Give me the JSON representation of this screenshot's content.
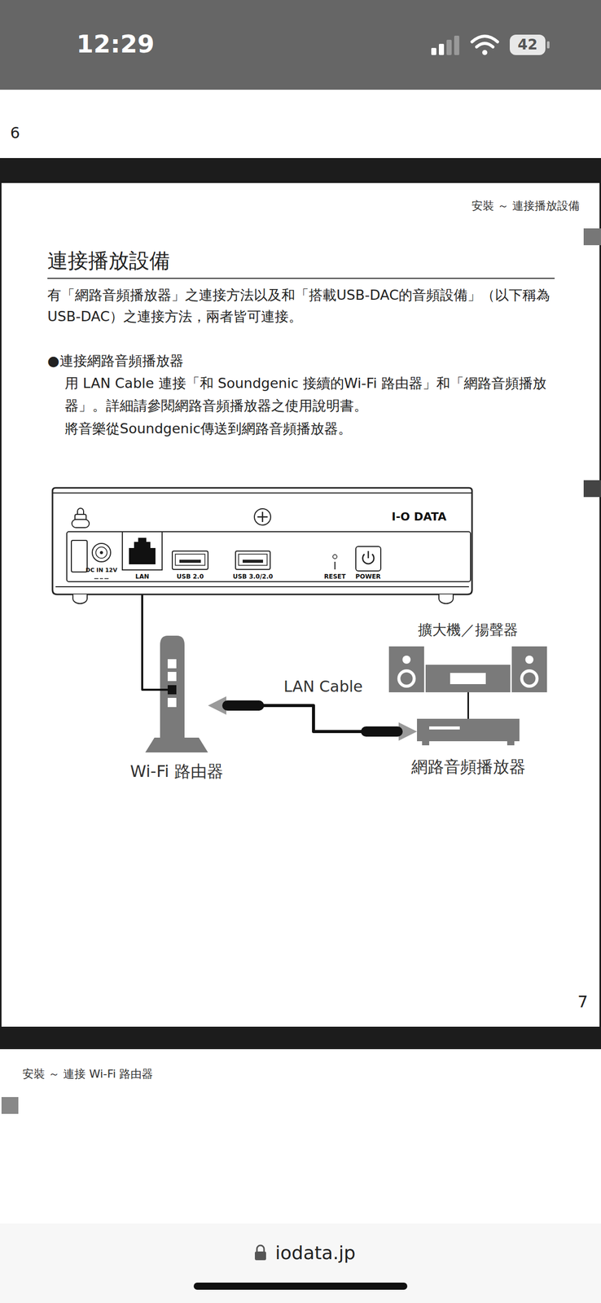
{
  "diagram": {
    "title": "連接播放設備",
    "nodes": [
      {
        "text": [
          "I-O DATA",
          "DC IN 12V",
          "LAN",
          "USB 2.0",
          "USB 3.0/2.0",
          "RESET",
          "POWER"
        ]
      },
      {
        "text": [
          "Wi-Fi 路由器"
        ]
      },
      {
        "text": [
          "擴大機／揚聲器"
        ]
      },
      {
        "text": [
          "網路音頻播放器"
        ]
      }
    ],
    "edges": [
      {
        "from": 0,
        "to": 1,
        "arrow": "none"
      },
      {
        "from": 1,
        "to": 3,
        "label": "LAN Cable",
        "arrow": "both"
      },
      {
        "from": 2,
        "to": 3,
        "arrow": "none"
      }
    ],
    "labels": [
      "12:29",
      "42",
      "6",
      "安裝 ～ 連接播放設備",
      "有「網路音頻播放器」之連接方法以及和「搭載USB-DAC的音頻設備」（以下稱為USB-DAC）之連接方法，兩者皆可連接。",
      "●連接網路音頻播放器",
      "用 LAN Cable 連接「和 Soundgenic 接續的Wi-Fi 路由器」和「網路音頻播放器」。詳細請參閱網路音頻播放器之使用說明書。",
      "將音樂從Soundgenic傳送到網路音頻播放器。",
      "7",
      "安裝 ～ 連接 Wi-Fi 路由器",
      "iodata.jp"
    ]
  }
}
